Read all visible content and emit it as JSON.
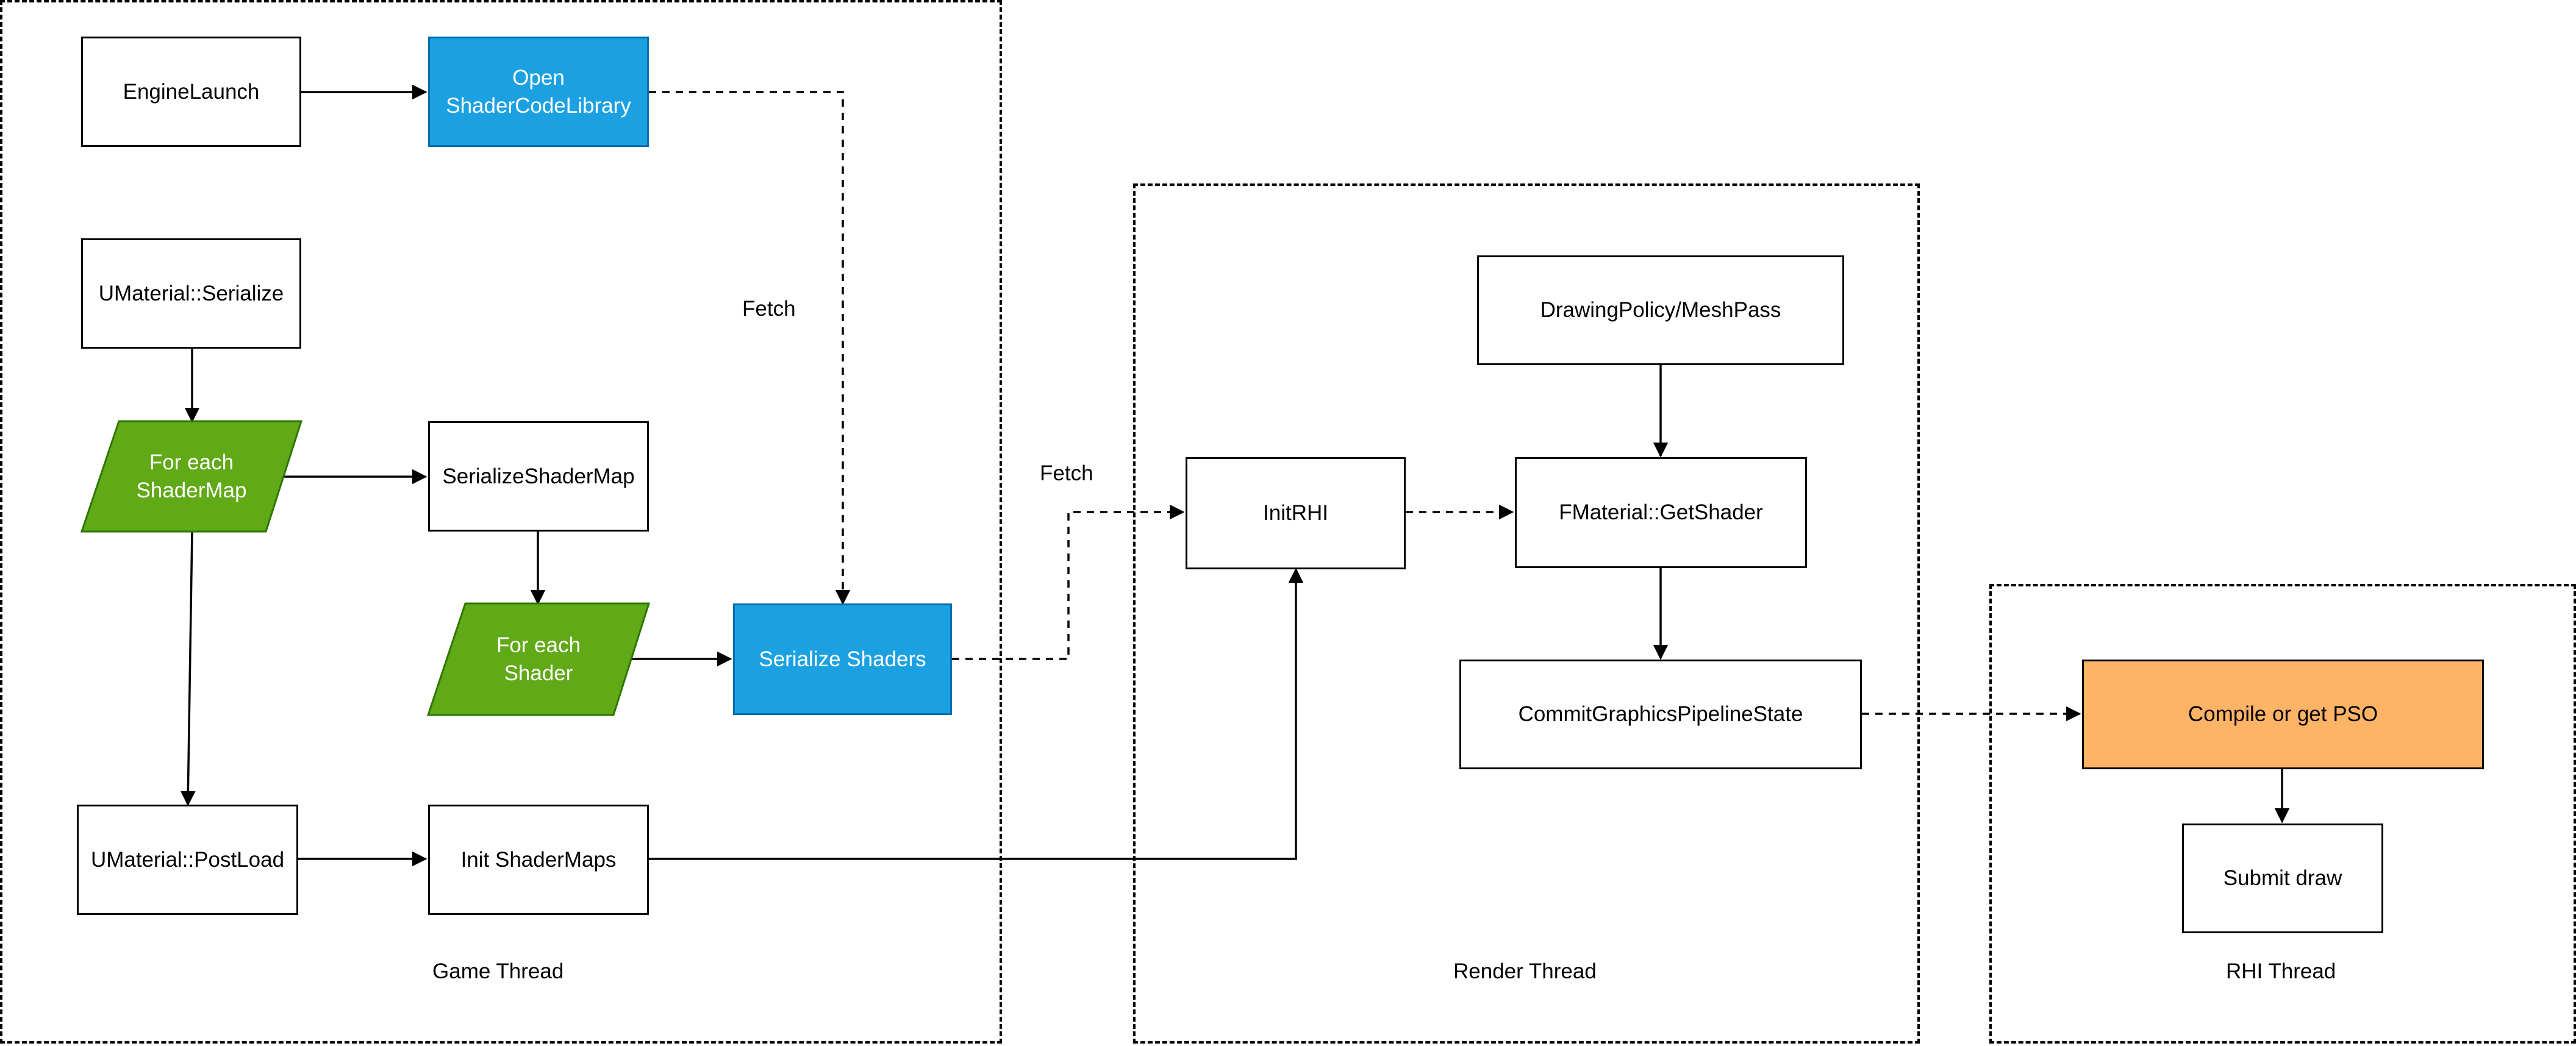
{
  "groups": {
    "game": "Game Thread",
    "render": "Render Thread",
    "rhi": "RHI Thread"
  },
  "nodes": {
    "engine_launch": "EngineLaunch",
    "open_lib": "Open\nShaderCodeLibrary",
    "umaterial_serialize": "UMaterial::Serialize",
    "for_each_shadermap": "For each\nShaderMap",
    "serialize_shadermap": "SerializeShaderMap",
    "for_each_shader": "For each\nShader",
    "serialize_shaders": "Serialize Shaders",
    "umaterial_postload": "UMaterial::PostLoad",
    "init_shadermaps": "Init ShaderMaps",
    "initrhi": "InitRHI",
    "drawing_policy": "DrawingPolicy/MeshPass",
    "get_shader": "FMaterial::GetShader",
    "commit_pso": "CommitGraphicsPipelineState",
    "compile_pso": "Compile or get PSO",
    "submit_draw": "Submit draw"
  },
  "edge_labels": {
    "fetch_1": "Fetch",
    "fetch_2": "Fetch"
  },
  "colors": {
    "blue_fill": "#1ba1e2",
    "blue_stroke": "#006eaf",
    "green_fill": "#60a917",
    "green_stroke": "#2d7600",
    "orange_fill": "#ffb366"
  }
}
